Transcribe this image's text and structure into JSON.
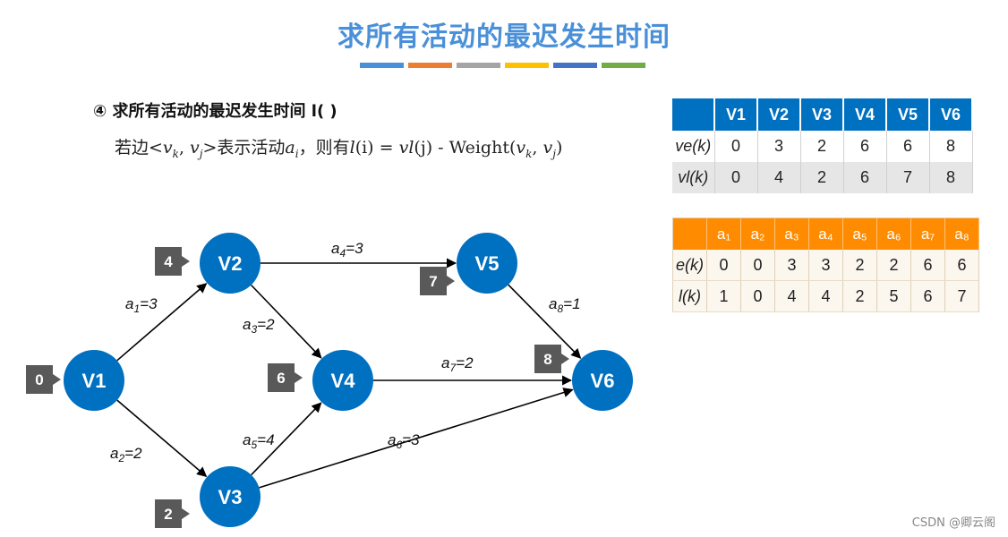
{
  "title": "求所有活动的最迟发生时间",
  "underline_colors": [
    "#4a90d9",
    "#ed7d31",
    "#a5a5a5",
    "#ffc000",
    "#4472c4",
    "#70ad47"
  ],
  "heading": "④ 求所有活动的最迟发生时间 l( )",
  "formula": {
    "p1": "若边<",
    "vk": "v",
    "k": "k",
    "comma": ", ",
    "vj": "v",
    "j": "j",
    "p2": ">表示活动",
    "ai": "a",
    "i": "i",
    "p3": "，则有",
    "li": "l",
    "p4": "(i) = ",
    "vl": "vl",
    "p5": "(j) - Weight(",
    "vk2": "v",
    "k2": "k",
    "comma2": ", ",
    "vj2": "v",
    "j2": "j",
    "p6": ")"
  },
  "vertex_table": {
    "headers": [
      "V1",
      "V2",
      "V3",
      "V4",
      "V5",
      "V6"
    ],
    "ve_label": "ve(k)",
    "ve": [
      "0",
      "3",
      "2",
      "6",
      "6",
      "8"
    ],
    "vl_label": "vl(k)",
    "vl": [
      "0",
      "4",
      "2",
      "6",
      "7",
      "8"
    ]
  },
  "activity_table": {
    "headers": [
      "a₁",
      "a₂",
      "a₃",
      "a₄",
      "a₅",
      "a₆",
      "a₇",
      "a₈"
    ],
    "e_label": "e(k)",
    "e": [
      "0",
      "0",
      "3",
      "3",
      "2",
      "2",
      "6",
      "6"
    ],
    "l_label": "l(k)",
    "l": [
      "1",
      "0",
      "4",
      "4",
      "2",
      "5",
      "6",
      "7"
    ]
  },
  "graph": {
    "node_color": "#0070c0",
    "box_color": "#595959",
    "nodes": [
      {
        "id": "V1",
        "label": "V1",
        "box": "0"
      },
      {
        "id": "V2",
        "label": "V2",
        "box": "4"
      },
      {
        "id": "V3",
        "label": "V3",
        "box": "2"
      },
      {
        "id": "V4",
        "label": "V4",
        "box": "6"
      },
      {
        "id": "V5",
        "label": "V5",
        "box": "7"
      },
      {
        "id": "V6",
        "label": "V6",
        "box": "8"
      }
    ],
    "edges": [
      {
        "from": "V1",
        "to": "V2",
        "name": "a",
        "sub": "1",
        "weight": "=3"
      },
      {
        "from": "V1",
        "to": "V3",
        "name": "a",
        "sub": "2",
        "weight": "=2"
      },
      {
        "from": "V2",
        "to": "V4",
        "name": "a",
        "sub": "3",
        "weight": "=2"
      },
      {
        "from": "V2",
        "to": "V5",
        "name": "a",
        "sub": "4",
        "weight": "=3"
      },
      {
        "from": "V3",
        "to": "V4",
        "name": "a",
        "sub": "5",
        "weight": "=4"
      },
      {
        "from": "V3",
        "to": "V6",
        "name": "a",
        "sub": "6",
        "weight": "=3"
      },
      {
        "from": "V4",
        "to": "V6",
        "name": "a",
        "sub": "7",
        "weight": "=2"
      },
      {
        "from": "V5",
        "to": "V6",
        "name": "a",
        "sub": "8",
        "weight": "=1"
      }
    ]
  },
  "watermark": "CSDN @卿云阁"
}
